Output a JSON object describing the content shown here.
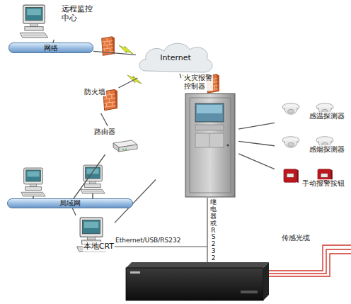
{
  "diagram": {
    "nodes": [
      {
        "text": [
          "远程监控中心"
        ]
      },
      {
        "text": [
          "网络"
        ]
      },
      {
        "text": [
          "Internet"
        ]
      },
      {
        "text": [
          "防火墙"
        ]
      },
      {
        "text": [
          "路由器"
        ]
      },
      {
        "text": [
          "火灾报警控制器"
        ]
      },
      {
        "text": [
          "感温探测器"
        ]
      },
      {
        "text": [
          "感烟探测器"
        ]
      },
      {
        "text": [
          "手动报警按钮"
        ]
      },
      {
        "text": [
          "局域网"
        ]
      },
      {
        "text": [
          "本地CRT"
        ]
      }
    ],
    "edges": [
      {
        "from": 0,
        "to": 1,
        "arrow": "none"
      },
      {
        "from": 1,
        "to": 2,
        "arrow": "none"
      },
      {
        "from": 3,
        "to": 2,
        "arrow": "none"
      },
      {
        "from": 3,
        "to": 4,
        "arrow": "none"
      },
      {
        "from": 4,
        "to": 9,
        "arrow": "none"
      },
      {
        "from": 9,
        "to": 10,
        "arrow": "none"
      },
      {
        "from": 5,
        "to": 2,
        "arrow": "none"
      },
      {
        "from": 5,
        "to": 6,
        "arrow": "none"
      },
      {
        "from": 5,
        "to": 7,
        "arrow": "none"
      },
      {
        "from": 5,
        "to": 8,
        "arrow": "none"
      },
      {
        "from": 5,
        "to": 10,
        "arrow": "none"
      }
    ],
    "labels": [
      "Ethernet/USB/RS232",
      "继电器或RS232",
      "传感光缆"
    ]
  }
}
